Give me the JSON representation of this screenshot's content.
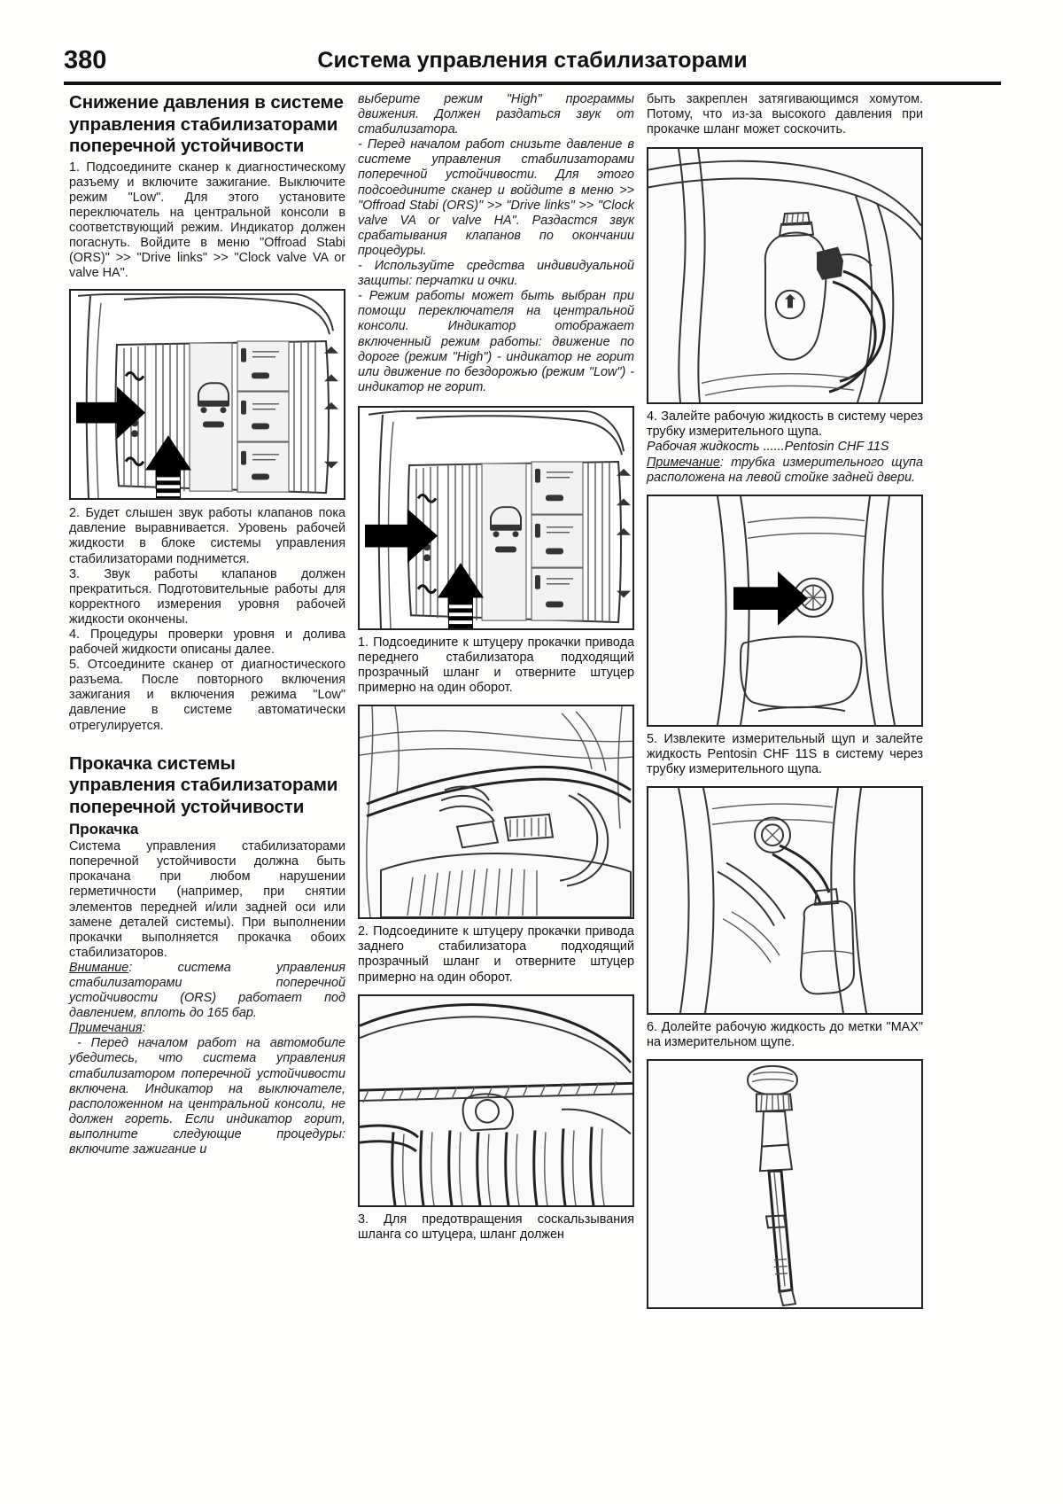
{
  "header": {
    "page_number": "380",
    "title": "Система управления стабилизаторами"
  },
  "column1": {
    "section_title": "Снижение давления в системе управления стабилизаторами поперечной устойчивости",
    "para1": "1. Подсоедините сканер к диагностическому разъему и включите зажигание. Выключите режим \"Low\". Для этого установите переключатель на центральной консоли в соответствующий режим. Индикатор должен погаснуть. Войдите в меню \"Offroad Stabi (ORS)\" >> \"Drive links\" >> \"Clock valve VA or valve HA\".",
    "figure1_name": "center-console-switch-panel-illustration",
    "para2": "2. Будет слышен звук работы клапанов пока давление выравнивается. Уровень рабочей жидкости в блоке системы управления стабилизаторами поднимется.",
    "para3": "3. Звук работы клапанов должен прекратиться. Подготовительные работы для корректного измерения уровня рабочей жидкости окончены.",
    "para4": "4. Процедуры проверки уровня и долива рабочей жидкости описаны далее.",
    "para5": "5. Отсоедините сканер от диагностического разъема. После повторного включения зажигания и включения режима \"Low\" давление в системе автоматически отрегулируется.",
    "section_title2": "Прокачка системы управления стабилизаторами поперечной устойчивости",
    "sub_title2": "Прокачка",
    "para6": "Система управления стабилизаторами поперечной устойчивости должна быть прокачана при любом нарушении герметичности (например, при снятии элементов передней и/или задней оси или замене деталей системы). При выполнении прокачки выполняется прокачка обоих стабилизаторов.",
    "warning_label": "Внимание",
    "warning_text": ": система управления стабилизаторами поперечной устойчивости (ORS) работает под давлением, вплоть до 165 бар.",
    "note_label": "Примечания",
    "note_colon": ":",
    "note_text": "- Перед началом работ на автомобиле убедитесь, что система управления стабилизатором поперечной устойчивости включена. Индикатор на выключателе, расположенном на центральной консоли, не должен гореть. Если индикатор горит, выполните следующие процедуры: включите зажигание и"
  },
  "column2": {
    "para1": "выберите режим \"High\" программы движения. Должен раздаться звук от стабилизатора.",
    "para2": "- Перед началом работ снизьте давление в системе управления стабилизаторами поперечной устойчивости. Для этого подсоедините сканер и войдите в меню >> \"Offroad Stabi (ORS)\" >> \"Drive links\" >> \"Clock valve VA or valve HA\". Раздастся звук срабатывания клапанов по окончании процедуры.",
    "para3": "- Используйте средства индивидуальной защиты: перчатки и очки.",
    "para4": "- Режим работы может быть выбран при помощи переключателя на центральной консоли. Индикатор отображает включенный режим работы: движение по дороге (режим \"High\") - индикатор не горит или движение по бездорожью (режим \"Low\") - индикатор не горит.",
    "figure1_name": "center-console-switch-panel-illustration-2",
    "caption1": "1. Подсоедините к штуцеру прокачки привода переднего стабилизатора подходящий прозрачный шланг и отверните штуцер примерно на один оборот.",
    "figure2_name": "engine-bay-front-stabilizer-illustration",
    "caption2": "2. Подсоедините к штуцеру прокачки привода заднего стабилизатора подходящий прозрачный шланг и отверните штуцер примерно на один оборот.",
    "figure3_name": "underbody-rear-stabilizer-illustration",
    "caption3": "3. Для предотвращения соскальзывания шланга со штуцера, шланг должен"
  },
  "column3": {
    "para1": "быть закреплен затягивающимся хомутом. Потому, что из-за высокого давления при прокачке шланг может соскочить.",
    "figure1_name": "reservoir-bleed-nipple-illustration",
    "caption1": "4. Залейте рабочую жидкость в систему через трубку измерительного щупа.",
    "fluid_label": "Рабочая жидкость",
    "fluid_dots": " ......",
    "fluid_value": "Pentosin CHF 11S",
    "note_label": "Примечание",
    "note_text": ": трубка измерительного щупа расположена на левой стойке задней двери.",
    "figure2_name": "dipstick-tube-location-b-pillar-illustration",
    "caption2": "5. Извлеките измерительный щуп и залейте жидкость Pentosin CHF 11S в систему через трубку измерительного щупа.",
    "figure3_name": "filling-fluid-with-bottle-illustration",
    "caption3": "6. Долейте рабочую жидкость до метки \"MAX\" на измерительном щупе.",
    "figure4_name": "dipstick-detail-illustration"
  },
  "colors": {
    "ink": "#111111",
    "paper": "#fdfdfb",
    "rule": "#111111",
    "line_art": "#333333"
  }
}
